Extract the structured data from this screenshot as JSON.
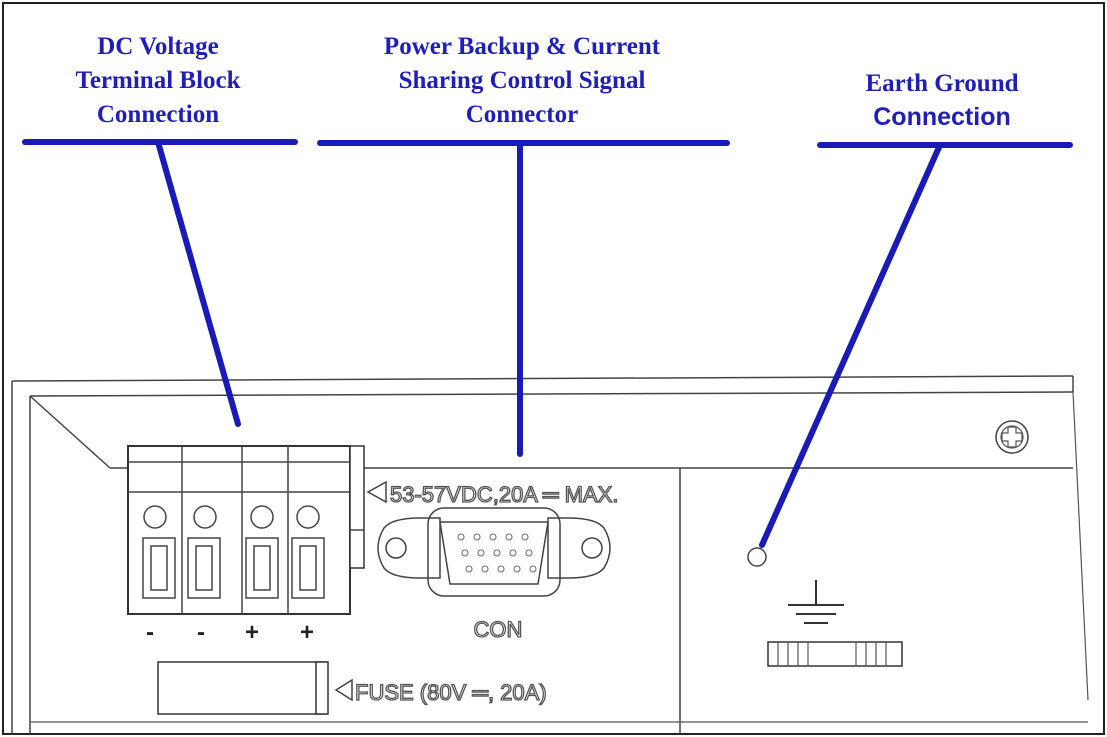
{
  "callouts": {
    "dc_voltage": {
      "lines": [
        "DC Voltage",
        "Terminal Block",
        "Connection"
      ]
    },
    "power_backup": {
      "lines": [
        "Power Backup & Current",
        "Sharing Control Signal",
        "Connector"
      ]
    },
    "earth_ground": {
      "lines": [
        "Earth Ground",
        "Connection"
      ]
    }
  },
  "panel": {
    "voltage_rating": "53-57VDC,20A ═ MAX.",
    "connector_label": "CON",
    "fuse_label": "FUSE (80V ═, 20A)",
    "polarity": [
      "-",
      "-",
      "+",
      "+"
    ]
  },
  "colors": {
    "callout_blue": "#1f1fb8",
    "line_gray": "#444444"
  }
}
